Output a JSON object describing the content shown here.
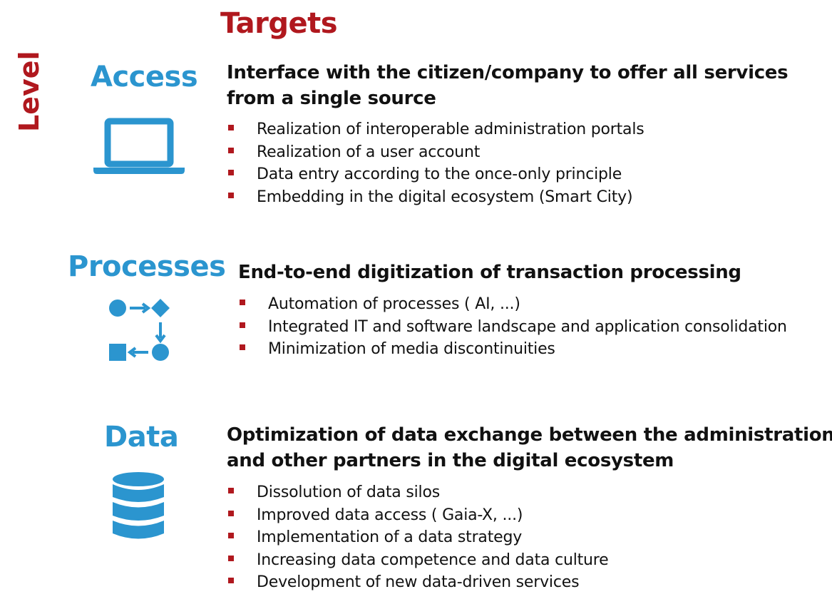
{
  "title": "Targets",
  "axis_label": "Level",
  "colors": {
    "accent_red": "#b0181e",
    "level_blue": "#2b95cf",
    "icon_blue": "#2b95cf"
  },
  "levels": [
    {
      "name": "Access",
      "icon": "laptop-icon",
      "heading": [
        "Interface with the citizen/company to offer all services",
        "from a single source"
      ],
      "bullets": [
        "Realization of interoperable administration portals",
        "Realization of a user account",
        "Data entry according to the once-only principle",
        "Embedding in the digital ecosystem (Smart City)"
      ]
    },
    {
      "name": "Processes",
      "icon": "process-flow-icon",
      "heading": [
        "End-to-end digitization of transaction processing"
      ],
      "bullets": [
        "Automation of processes ( AI, ...)",
        "Integrated IT and software landscape and application consolidation",
        "Minimization of media discontinuities"
      ]
    },
    {
      "name": "Data",
      "icon": "database-icon",
      "heading": [
        "Optimization of data exchange between the administration",
        "and other partners in the digital ecosystem"
      ],
      "bullets": [
        "Dissolution of data silos",
        "Improved data access ( Gaia-X, ...)",
        "Implementation of a data strategy",
        "Increasing data competence and data culture",
        "Development of new data-driven services"
      ]
    }
  ]
}
